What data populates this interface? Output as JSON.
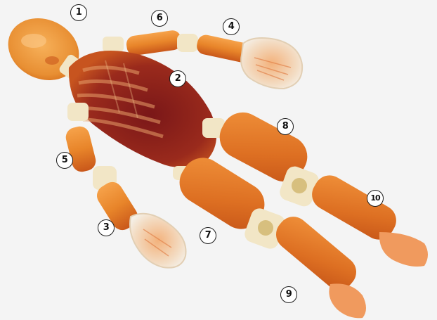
{
  "image": {
    "subject": "translucent-infant-dummy-body-segments",
    "colors": {
      "background": "#f4f4f4",
      "limb_orange": "#e8852a",
      "limb_dark": "#c9571a",
      "torso": "#8a1e1a",
      "joint": "#f2e6c6"
    }
  },
  "markers": [
    {
      "label": "1"
    },
    {
      "label": "2"
    },
    {
      "label": "3"
    },
    {
      "label": "4"
    },
    {
      "label": "5"
    },
    {
      "label": "6"
    },
    {
      "label": "7"
    },
    {
      "label": "8"
    },
    {
      "label": "9"
    },
    {
      "label": "10"
    }
  ]
}
